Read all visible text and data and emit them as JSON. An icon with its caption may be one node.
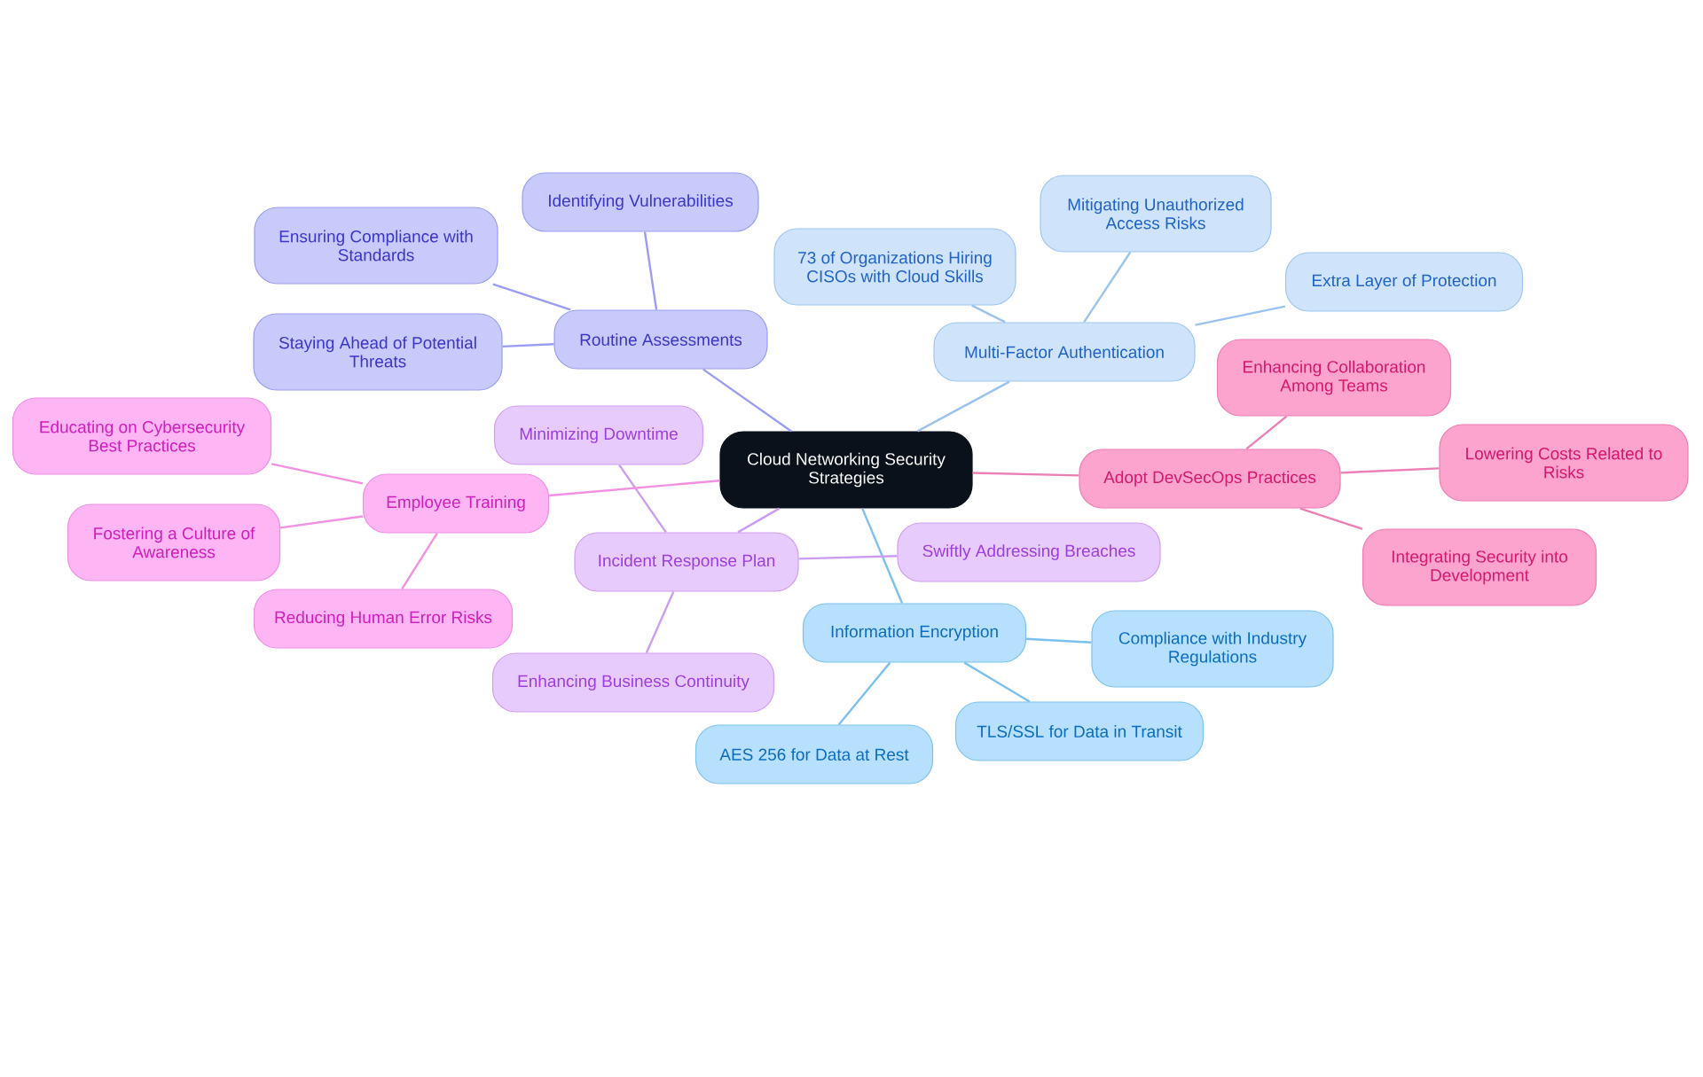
{
  "diagram": {
    "nodes": [
      {
        "text": [
          "Cloud Networking Security Strategies"
        ]
      },
      {
        "text": [
          "Routine Assessments"
        ]
      },
      {
        "text": [
          "Identifying Vulnerabilities"
        ]
      },
      {
        "text": [
          "Ensuring Compliance with Standards"
        ]
      },
      {
        "text": [
          "Staying Ahead of Potential Threats"
        ]
      },
      {
        "text": [
          "Multi-Factor Authentication"
        ]
      },
      {
        "text": [
          "73 of Organizations Hiring CISOs with Cloud Skills"
        ]
      },
      {
        "text": [
          "Mitigating Unauthorized Access Risks"
        ]
      },
      {
        "text": [
          "Extra Layer of Protection"
        ]
      },
      {
        "text": [
          "Adopt DevSecOps Practices"
        ]
      },
      {
        "text": [
          "Enhancing Collaboration Among Teams"
        ]
      },
      {
        "text": [
          "Lowering Costs Related to Risks"
        ]
      },
      {
        "text": [
          "Integrating Security into Development"
        ]
      },
      {
        "text": [
          "Information Encryption"
        ]
      },
      {
        "text": [
          "Compliance with Industry Regulations"
        ]
      },
      {
        "text": [
          "TLS/SSL for Data in Transit"
        ]
      },
      {
        "text": [
          "AES 256 for Data at Rest"
        ]
      },
      {
        "text": [
          "Incident Response Plan"
        ]
      },
      {
        "text": [
          "Minimizing Downtime"
        ]
      },
      {
        "text": [
          "Swiftly Addressing Breaches"
        ]
      },
      {
        "text": [
          "Enhancing Business Continuity"
        ]
      },
      {
        "text": [
          "Employee Training"
        ]
      },
      {
        "text": [
          "Educating on Cybersecurity Best Practices"
        ]
      },
      {
        "text": [
          "Fostering a Culture of Awareness"
        ]
      },
      {
        "text": [
          "Reducing Human Error Risks"
        ]
      }
    ],
    "edges": [
      {
        "from": 0,
        "to": 1,
        "arrow": "none",
        "color": "#9a9df2"
      },
      {
        "from": 1,
        "to": 2,
        "arrow": "none",
        "color": "#9a9df2"
      },
      {
        "from": 1,
        "to": 3,
        "arrow": "none",
        "color": "#9a9df2"
      },
      {
        "from": 1,
        "to": 4,
        "arrow": "none",
        "color": "#9a9df2"
      },
      {
        "from": 0,
        "to": 5,
        "arrow": "none",
        "color": "#9bc3f0"
      },
      {
        "from": 5,
        "to": 6,
        "arrow": "none",
        "color": "#9bc3f0"
      },
      {
        "from": 5,
        "to": 7,
        "arrow": "none",
        "color": "#9bc3f0"
      },
      {
        "from": 5,
        "to": 8,
        "arrow": "none",
        "color": "#9bc3f0"
      },
      {
        "from": 0,
        "to": 9,
        "arrow": "none",
        "color": "#ec7fb5"
      },
      {
        "from": 9,
        "to": 10,
        "arrow": "none",
        "color": "#ec7fb5"
      },
      {
        "from": 9,
        "to": 11,
        "arrow": "none",
        "color": "#ec7fb5"
      },
      {
        "from": 9,
        "to": 12,
        "arrow": "none",
        "color": "#ec7fb5"
      },
      {
        "from": 0,
        "to": 13,
        "arrow": "none",
        "color": "#7cc0ee"
      },
      {
        "from": 13,
        "to": 14,
        "arrow": "none",
        "color": "#7cc0ee"
      },
      {
        "from": 13,
        "to": 15,
        "arrow": "none",
        "color": "#7cc0ee"
      },
      {
        "from": 13,
        "to": 16,
        "arrow": "none",
        "color": "#7cc0ee"
      },
      {
        "from": 0,
        "to": 17,
        "arrow": "none",
        "color": "#cc9cf2"
      },
      {
        "from": 17,
        "to": 18,
        "arrow": "none",
        "color": "#cc9cf2"
      },
      {
        "from": 17,
        "to": 19,
        "arrow": "none",
        "color": "#cc9cf2"
      },
      {
        "from": 17,
        "to": 20,
        "arrow": "none",
        "color": "#cc9cf2"
      },
      {
        "from": 0,
        "to": 21,
        "arrow": "none",
        "color": "#f290e2"
      },
      {
        "from": 21,
        "to": 22,
        "arrow": "none",
        "color": "#f290e2"
      },
      {
        "from": 21,
        "to": 23,
        "arrow": "none",
        "color": "#f290e2"
      },
      {
        "from": 21,
        "to": 24,
        "arrow": "none",
        "color": "#f290e2"
      }
    ]
  }
}
